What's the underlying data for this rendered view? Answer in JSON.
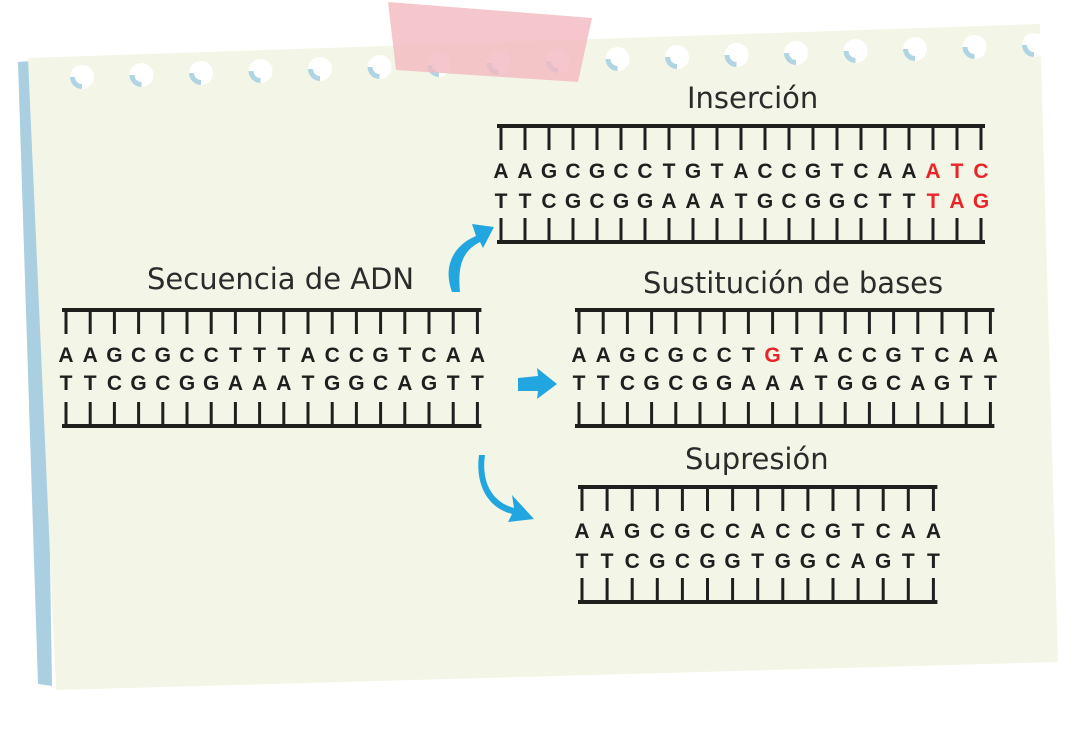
{
  "colors": {
    "paper": "#f3f6e6",
    "paper_back": "#a9cfe0",
    "tape": "#f2b9bf",
    "arrow": "#22a6df",
    "highlight": "#e8262a",
    "ink": "#1f1f1f",
    "holes": "#ffffff"
  },
  "arrows": [
    {
      "name": "arrow-to-insercion-icon",
      "direction": "up-right"
    },
    {
      "name": "arrow-to-sustitucion-icon",
      "direction": "right"
    },
    {
      "name": "arrow-to-supresion-icon",
      "direction": "down-right"
    }
  ],
  "panels": [
    {
      "id": "original",
      "title": "Secuencia de ADN",
      "top_strand": "AAGCGCCTTTACCGTCAA",
      "bottom_strand": "TTCGCGGAAATGGCAGTT",
      "highlight_top": [],
      "highlight_bottom": []
    },
    {
      "id": "insercion",
      "title": "Inserción",
      "top_strand": "AAGCGCCTGTACCGTCAAATC",
      "bottom_strand": "TTCGCGGAAATGCGGCTTTAG",
      "highlight_top": [
        18,
        19,
        20
      ],
      "highlight_bottom": [
        18,
        19,
        20
      ]
    },
    {
      "id": "sustitucion",
      "title": "Sustitución de bases",
      "top_strand": "AAGCGCCTGTACCGTCAA",
      "bottom_strand": "TTCGCGGAAATGGCAGTT",
      "highlight_top": [
        8
      ],
      "highlight_bottom": []
    },
    {
      "id": "supresion",
      "title": "Supresión",
      "top_strand": "AAGCGCCACCGTCAA",
      "bottom_strand": "TTCGCGGTGGCAGTT",
      "highlight_top": [],
      "highlight_bottom": []
    }
  ]
}
